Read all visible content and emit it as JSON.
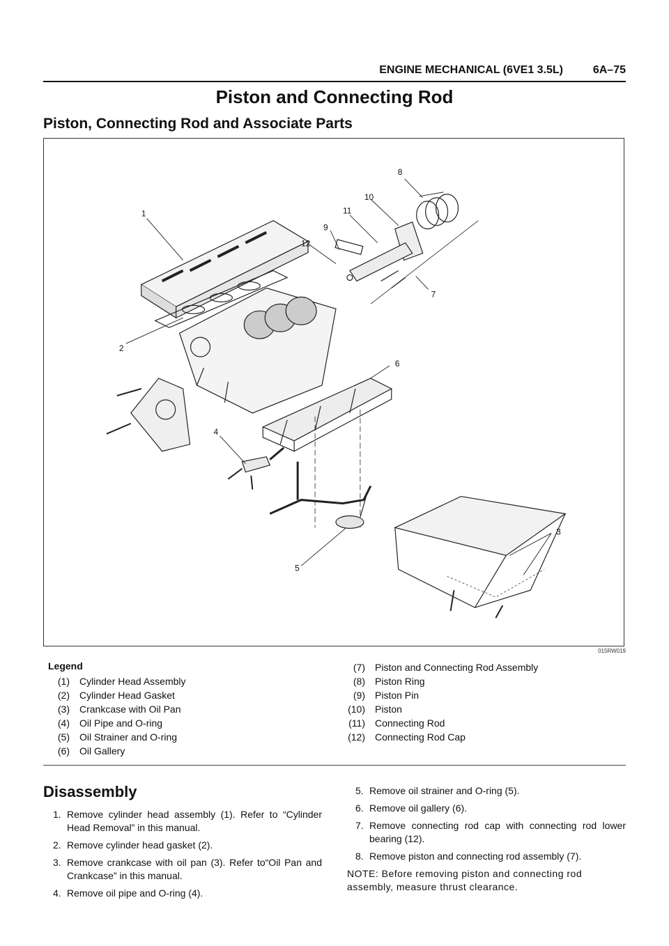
{
  "header": {
    "section": "ENGINE MECHANICAL (6VE1 3.5L)",
    "page": "6A–75"
  },
  "title": "Piston and Connecting Rod",
  "subtitle": "Piston, Connecting Rod and Associate Parts",
  "figure": {
    "code": "015RW019",
    "callouts": [
      "1",
      "2",
      "3",
      "4",
      "5",
      "6",
      "7",
      "8",
      "9",
      "10",
      "11",
      "12"
    ]
  },
  "legend": {
    "heading": "Legend",
    "left": [
      {
        "num": "(1)",
        "text": "Cylinder Head Assembly"
      },
      {
        "num": "(2)",
        "text": "Cylinder Head Gasket"
      },
      {
        "num": "(3)",
        "text": "Crankcase with Oil Pan"
      },
      {
        "num": "(4)",
        "text": "Oil Pipe and O-ring"
      },
      {
        "num": "(5)",
        "text": "Oil Strainer and O-ring"
      },
      {
        "num": "(6)",
        "text": "Oil Gallery"
      }
    ],
    "right": [
      {
        "num": "(7)",
        "text": "Piston and Connecting Rod Assembly"
      },
      {
        "num": "(8)",
        "text": "Piston Ring"
      },
      {
        "num": "(9)",
        "text": "Piston Pin"
      },
      {
        "num": "(10)",
        "text": "Piston"
      },
      {
        "num": "(11)",
        "text": "Connecting Rod"
      },
      {
        "num": "(12)",
        "text": "Connecting Rod Cap"
      }
    ]
  },
  "disassembly": {
    "heading": "Disassembly",
    "left_steps": [
      {
        "n": "1.",
        "text": "Remove cylinder head assembly (1). Refer to “Cylinder Head Removal” in this manual."
      },
      {
        "n": "2.",
        "text": "Remove cylinder head gasket (2)."
      },
      {
        "n": "3.",
        "text": "Remove crankcase with oil pan (3). Refer to“Oil Pan and Crankcase” in this manual."
      },
      {
        "n": "4.",
        "text": "Remove oil pipe and O-ring (4)."
      }
    ],
    "right_steps": [
      {
        "n": "5.",
        "text": "Remove oil strainer and O-ring (5)."
      },
      {
        "n": "6.",
        "text": "Remove oil gallery (6)."
      },
      {
        "n": "7.",
        "text": "Remove connecting rod cap with connecting rod lower bearing (12)."
      },
      {
        "n": "8.",
        "text": "Remove piston and connecting rod assembly (7)."
      }
    ],
    "note": "NOTE: Before removing piston and connecting rod assembly, measure thrust clearance."
  }
}
